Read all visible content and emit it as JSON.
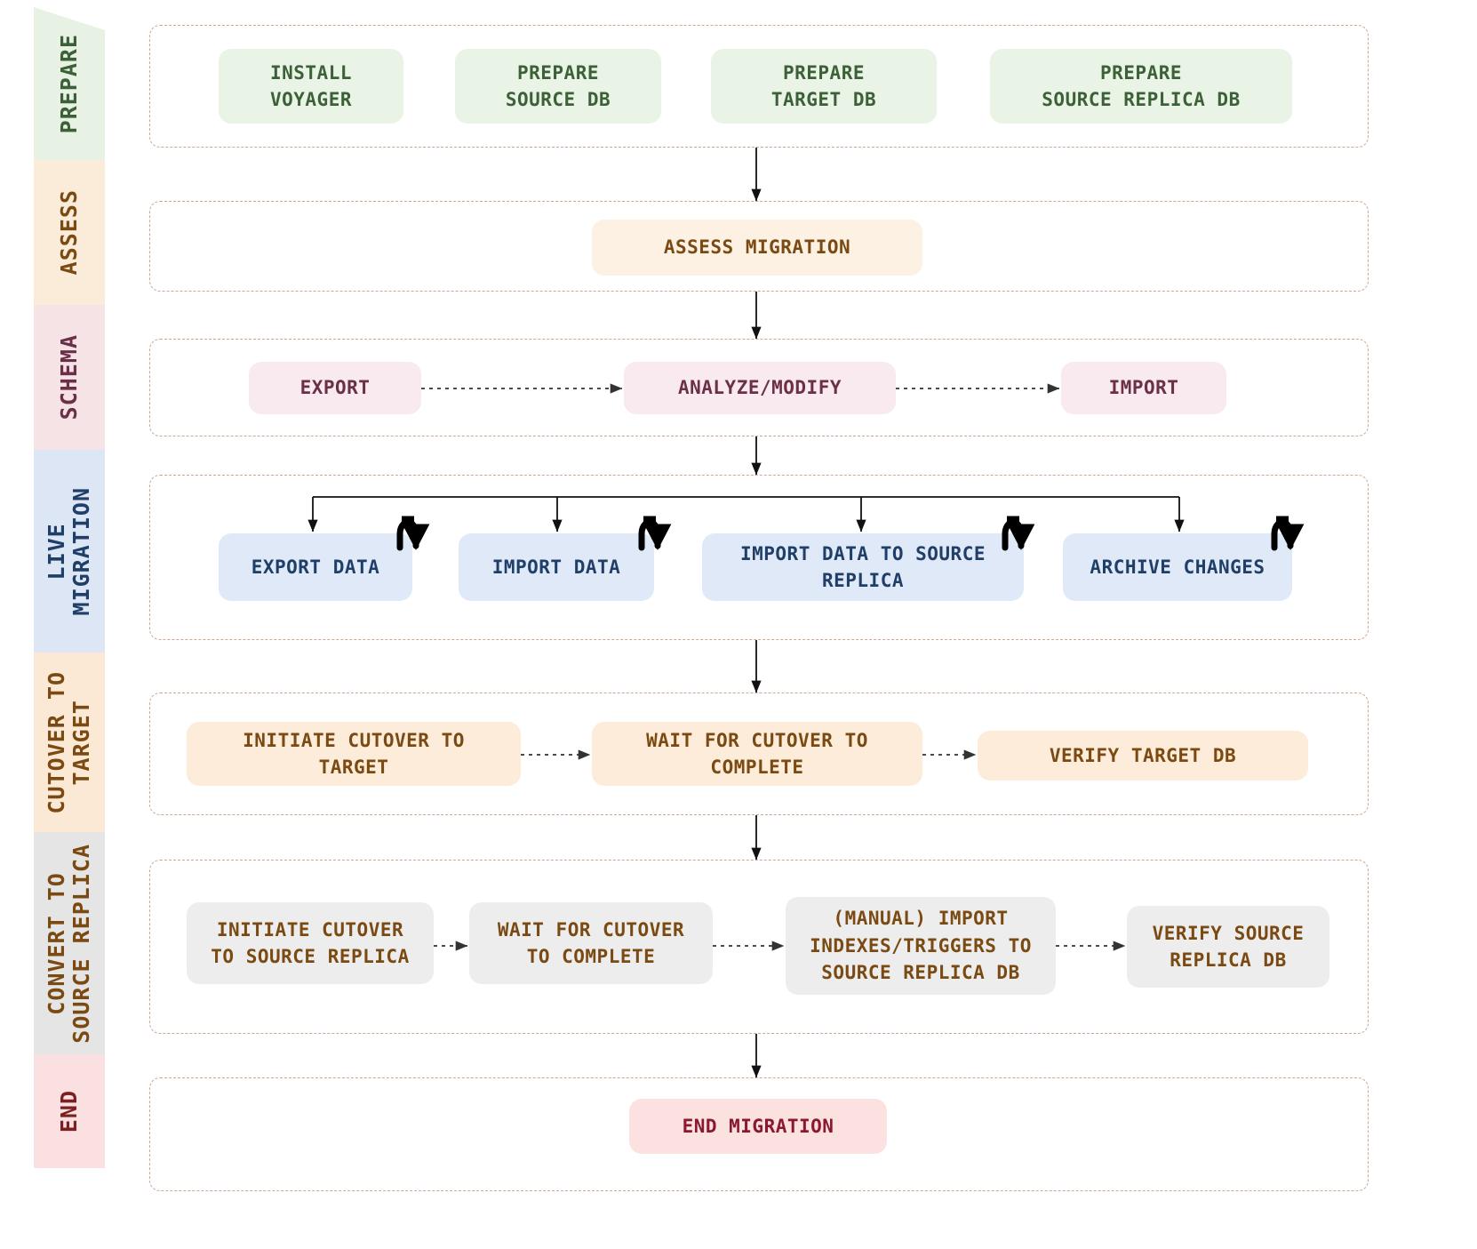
{
  "diagram": {
    "title": "YugabyteDB Voyager live migration with fall-forward workflow",
    "type": "flowchart",
    "orientation": "top-to-bottom"
  },
  "phases": [
    {
      "id": "prepare",
      "label": "PREPARE",
      "band_color": "#e8f2e4",
      "text_color": "#3c6138",
      "node_bg": "#eaf4e6",
      "node_text": "#3c6138",
      "nodes": [
        {
          "id": "install-voyager",
          "label": "INSTALL\nVOYAGER"
        },
        {
          "id": "prepare-source-db",
          "label": "PREPARE\nSOURCE DB"
        },
        {
          "id": "prepare-target-db",
          "label": "PREPARE\nTARGET DB"
        },
        {
          "id": "prepare-source-replica",
          "label": "PREPARE\nSOURCE REPLICA DB"
        }
      ]
    },
    {
      "id": "assess",
      "label": "ASSESS",
      "band_color": "#fbecd9",
      "text_color": "#7a4a12",
      "node_bg": "#fdf1e4",
      "node_text": "#7a4a12",
      "nodes": [
        {
          "id": "assess-migration",
          "label": "ASSESS MIGRATION"
        }
      ]
    },
    {
      "id": "schema",
      "label": "SCHEMA",
      "band_color": "#f5e3e6",
      "text_color": "#6b3048",
      "node_bg": "#f8eaee",
      "node_text": "#6b3048",
      "nodes": [
        {
          "id": "schema-export",
          "label": "EXPORT"
        },
        {
          "id": "schema-analyze",
          "label": "ANALYZE/MODIFY"
        },
        {
          "id": "schema-import",
          "label": "IMPORT"
        }
      ]
    },
    {
      "id": "live-migration",
      "label": "LIVE\nMIGRATION",
      "band_color": "#dde6f5",
      "text_color": "#1f3f68",
      "node_bg": "#e0e9f8",
      "node_text": "#1f3f68",
      "nodes": [
        {
          "id": "export-data",
          "label": "EXPORT DATA",
          "loop": true
        },
        {
          "id": "import-data",
          "label": "IMPORT DATA",
          "loop": true
        },
        {
          "id": "import-data-to-source-replica",
          "label": "IMPORT DATA TO SOURCE\nREPLICA",
          "loop": true
        },
        {
          "id": "archive-changes",
          "label": "ARCHIVE CHANGES",
          "loop": true
        }
      ]
    },
    {
      "id": "cutover-to-target",
      "label": "CUTOVER TO\nTARGET",
      "band_color": "#fbe9d5",
      "text_color": "#7a4a12",
      "node_bg": "#fcecd9",
      "node_text": "#7a4a12",
      "nodes": [
        {
          "id": "initiate-cutover-to-target",
          "label": "INITIATE CUTOVER TO\nTARGET"
        },
        {
          "id": "wait-for-cutover-target",
          "label": "WAIT FOR CUTOVER TO\nCOMPLETE"
        },
        {
          "id": "verify-target-db",
          "label": "VERIFY TARGET DB"
        }
      ]
    },
    {
      "id": "convert-to-source-replica",
      "label": "CONVERT TO\nSOURCE REPLICA",
      "band_color": "#e5e5e5",
      "text_color": "#7a4a12",
      "node_bg": "#ededed",
      "node_text": "#7a4a12",
      "nodes": [
        {
          "id": "initiate-cutover-to-source-replica",
          "label": "INITIATE CUTOVER\nTO SOURCE REPLICA"
        },
        {
          "id": "wait-for-cutover-source-replica",
          "label": "WAIT FOR CUTOVER\nTO COMPLETE"
        },
        {
          "id": "manual-import-indexes-triggers",
          "label": "(MANUAL) IMPORT\nINDEXES/TRIGGERS TO\nSOURCE REPLICA DB"
        },
        {
          "id": "verify-source-replica-db",
          "label": "VERIFY SOURCE\nREPLICA DB"
        }
      ]
    },
    {
      "id": "end",
      "label": "END",
      "band_color": "#fae0e1",
      "text_color": "#7a2020",
      "node_bg": "#fce1e1",
      "node_text": "#8a1830",
      "nodes": [
        {
          "id": "end-migration",
          "label": "END MIGRATION"
        }
      ]
    }
  ],
  "connectors": {
    "solid_color": "#111111",
    "dashed_color": "#333333",
    "loop_icon_color": "#000000",
    "loop_icon_name": "repeat-loop-icon"
  },
  "lane_border_color": "#c9a894"
}
